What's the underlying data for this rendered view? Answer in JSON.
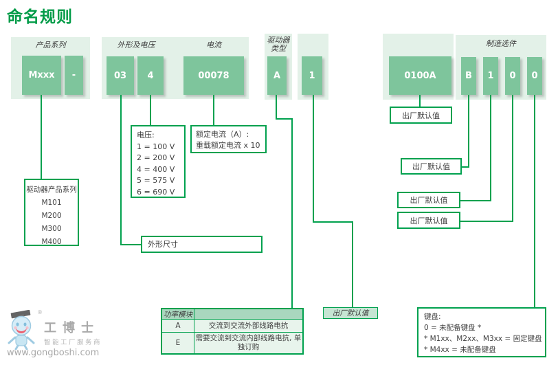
{
  "title": "命名规则",
  "colors": {
    "accent_green": "#00A14E",
    "title_green": "#009B47",
    "code_box_fill": "#7EC59C",
    "panel_bg": "#E3F1E8",
    "table_header_bg": "#A9D7BE",
    "filled_label_bg": "#C6E5D3",
    "text_dark": "#3E3E3E"
  },
  "panels": [
    {
      "header": "产品系列",
      "boxes": [
        "Mxxx",
        "-"
      ]
    },
    {
      "header_left": "外形及电压",
      "header_right": "电流",
      "boxes": [
        "03",
        "4",
        "00078"
      ]
    },
    {
      "header_line1": "驱动器",
      "header_line2": "类型",
      "boxes": [
        "A"
      ]
    },
    {
      "boxes": [
        "1"
      ]
    },
    {
      "boxes": [
        "0100A"
      ]
    },
    {
      "header": "制造选件",
      "boxes": [
        "B",
        "1",
        "0",
        "0"
      ]
    }
  ],
  "callouts": {
    "series": {
      "title": "驱动器产品系列",
      "items": [
        "M101",
        "M200",
        "M300",
        "M400"
      ]
    },
    "voltage": {
      "title": "电压:",
      "items": [
        "1 = 100 V",
        "2 = 200 V",
        "4 = 400 V",
        "5 = 575 V",
        "6 = 690 V"
      ]
    },
    "current": {
      "line1": "额定电流（A）:",
      "line2": "重载额定电流 x 10"
    },
    "frame": {
      "label": "外形尺寸"
    },
    "power_module": {
      "header": "功率模块",
      "rows": [
        {
          "code": "A",
          "desc": "交流到交流外部线路电抗"
        },
        {
          "code": "E",
          "desc": "需要交流到交流内部线路电抗, 单独订购"
        }
      ]
    },
    "factory_default": "出厂默认值",
    "keypad": {
      "lines": [
        "键盘:",
        "0 = 未配备键盘 *",
        "* M1xx、M2xx、M3xx = 固定键盘",
        "* M4xx = 未配备键盘"
      ]
    }
  },
  "logo": {
    "reg": "®",
    "brand": "工博士",
    "tagline": "智能工厂服务商",
    "url": "www.gongboshi.com"
  }
}
